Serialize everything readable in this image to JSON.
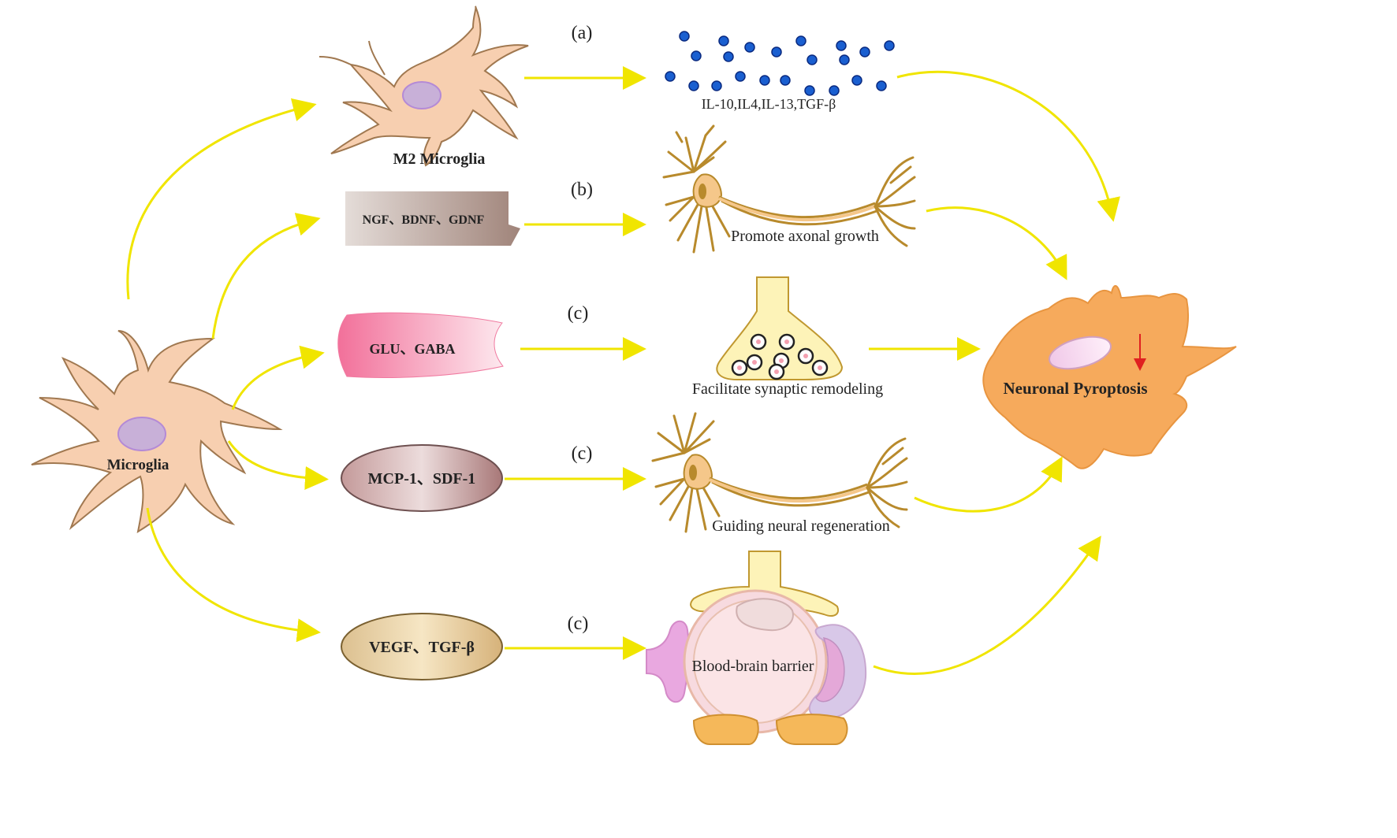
{
  "panel_labels": {
    "a": "(a)",
    "b": "(b)",
    "c1": "(c)",
    "c2": "(c)",
    "c3": "(c)"
  },
  "cells": {
    "microglia": "Microglia",
    "m2_microglia": "M2  Microglia",
    "neuronal_pyroptosis": "Neuronal Pyroptosis"
  },
  "factors": {
    "ngf_group": "NGF、BDNF、GDNF",
    "glu_group": "GLU、GABA",
    "mcp_group": "MCP-1、SDF-1",
    "vegf_group": "VEGF、TGF-β"
  },
  "outcomes": {
    "cytokines": "IL-10,IL4,IL-13,TGF-β",
    "axonal_growth": "Promote axonal growth",
    "synaptic_remodeling": "Facilitate synaptic remodeling",
    "neural_regeneration": "Guiding neural regeneration",
    "bbb": "Blood-brain barrier"
  },
  "colors": {
    "arrow": "#f0e500",
    "microglia_body": "#f7cfb0",
    "cell_outline": "#a07850",
    "nucleus": "#c8b0d8",
    "neuron": "#f5c78a",
    "pyroptosis": "#f6aa5c",
    "down_arrow": "#e02020"
  }
}
